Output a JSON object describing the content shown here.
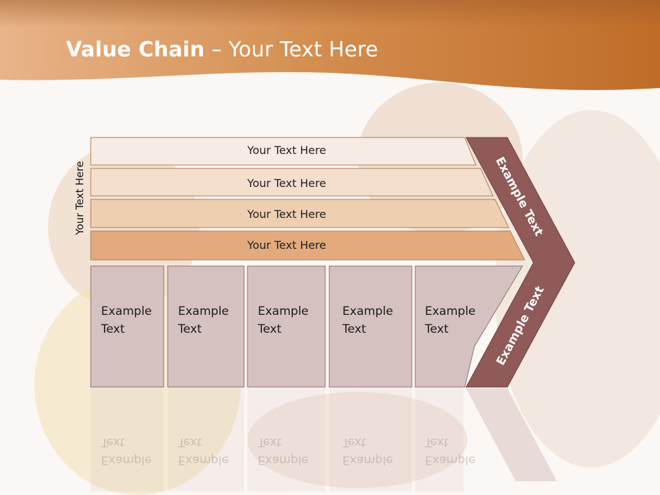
{
  "slide": {
    "title_bold": "Value Chain",
    "title_dash": " – ",
    "title_rest": "Your Text Here",
    "side_label": "Your Text Here"
  },
  "bars": [
    {
      "label": "Your Text Here"
    },
    {
      "label": "Your Text Here"
    },
    {
      "label": "Your Text Here"
    },
    {
      "label": "Your Text Here"
    }
  ],
  "boxes": [
    {
      "line1": "Example",
      "line2": "Text"
    },
    {
      "line1": "Example",
      "line2": "Text"
    },
    {
      "line1": "Example",
      "line2": "Text"
    },
    {
      "line1": "Example",
      "line2": "Text"
    },
    {
      "line1": "Example",
      "line2": "Text"
    }
  ],
  "chevron": {
    "upper_label": "Example Text",
    "lower_label": "Example Text"
  },
  "colors": {
    "header_orange": "#c97a3a",
    "bar_1": "#f7ece3",
    "bar_2": "#f4dfcd",
    "bar_3": "#efcfb2",
    "bar_4": "#e3ab7d",
    "box_fill": "#d6c1c1",
    "chevron": "#8f5a58"
  }
}
